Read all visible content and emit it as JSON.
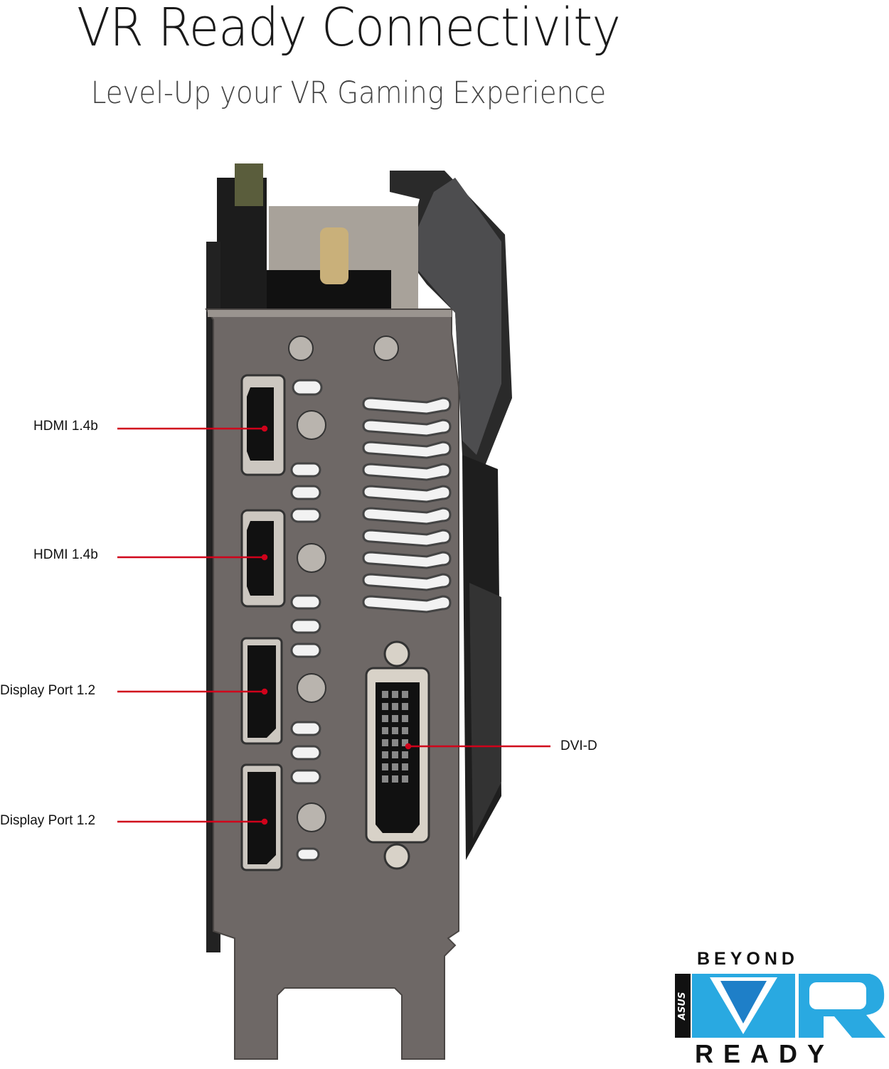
{
  "header": {
    "title": "VR Ready Connectivity",
    "subtitle": "Level-Up your VR Gaming Experience"
  },
  "ports": [
    {
      "label": "HDMI 1.4b"
    },
    {
      "label": "HDMI 1.4b"
    },
    {
      "label": "Display Port 1.2"
    },
    {
      "label": "Display Port 1.2"
    },
    {
      "label": "DVI-D"
    }
  ],
  "logo": {
    "top_text": "BEYOND",
    "main_text": "VR",
    "bottom_text": "READY",
    "brand": "ASUS"
  },
  "colors": {
    "callout_line": "#d0021b",
    "bracket": "#6e6866",
    "logo_blue": "#29a9e1"
  }
}
